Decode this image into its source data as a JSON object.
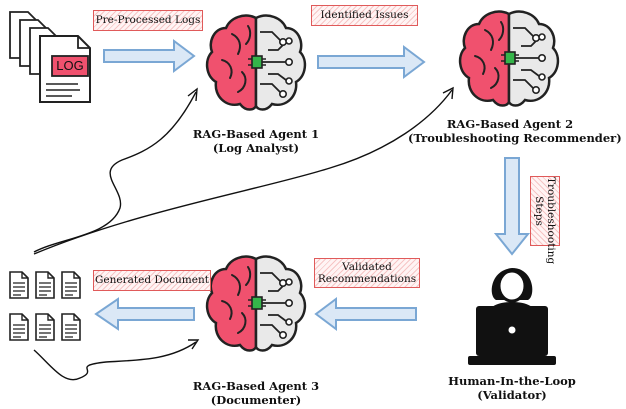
{
  "tags": {
    "preprocessed_logs": "Pre-Processed Logs",
    "identified_issues": "Identified Issues",
    "troubleshooting_steps_line1": "Troubleshooting",
    "troubleshooting_steps_line2": "Steps",
    "validated_line1": "Validated",
    "validated_line2": "Recommendations",
    "generated_document": "Generated Document"
  },
  "nodes": {
    "agent1": {
      "title": "RAG-Based Agent 1",
      "subtitle": "(Log Analyst)"
    },
    "agent2": {
      "title": "RAG-Based Agent 2",
      "subtitle": "(Troubleshooting Recommender)"
    },
    "agent3": {
      "title": "RAG-Based Agent 3",
      "subtitle": "(Documenter)"
    },
    "human": {
      "title": "Human-In-the-Loop",
      "subtitle": "(Validator)"
    }
  },
  "log_icon_text": "LOG",
  "colors": {
    "brain_left": "#f0516e",
    "brain_right": "#e9e9e9",
    "arrow_fill": "#dbe8f6",
    "arrow_stroke": "#7aa7d4",
    "chip": "#35b54a",
    "tag_border": "#e05a5a"
  }
}
